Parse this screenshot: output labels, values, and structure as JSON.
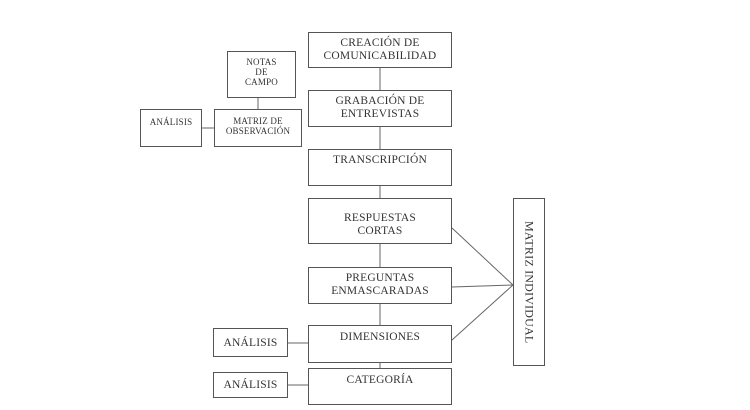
{
  "nodes": {
    "creacion": "CREACIÓN DE COMUNICABILIDAD",
    "grabacion": "GRABACIÓN DE ENTREVISTAS",
    "transcripcion": "TRANSCRIPCIÓN",
    "respuestas": "RESPUESTAS CORTAS",
    "preguntas": "PREGUNTAS ENMASCARADAS",
    "dimensiones": "DIMENSIONES",
    "categoria": "CATEGORÍA",
    "notas": "NOTAS DE CAMPO",
    "matriz_obs": "MATRIZ DE OBSERVACIÓN",
    "analisis_1": "ANÁLISIS",
    "analisis_2": "ANÁLISIS",
    "analisis_3": "ANÁLISIS",
    "matriz_individual": "MATRIZ INDIVIDUAL"
  }
}
